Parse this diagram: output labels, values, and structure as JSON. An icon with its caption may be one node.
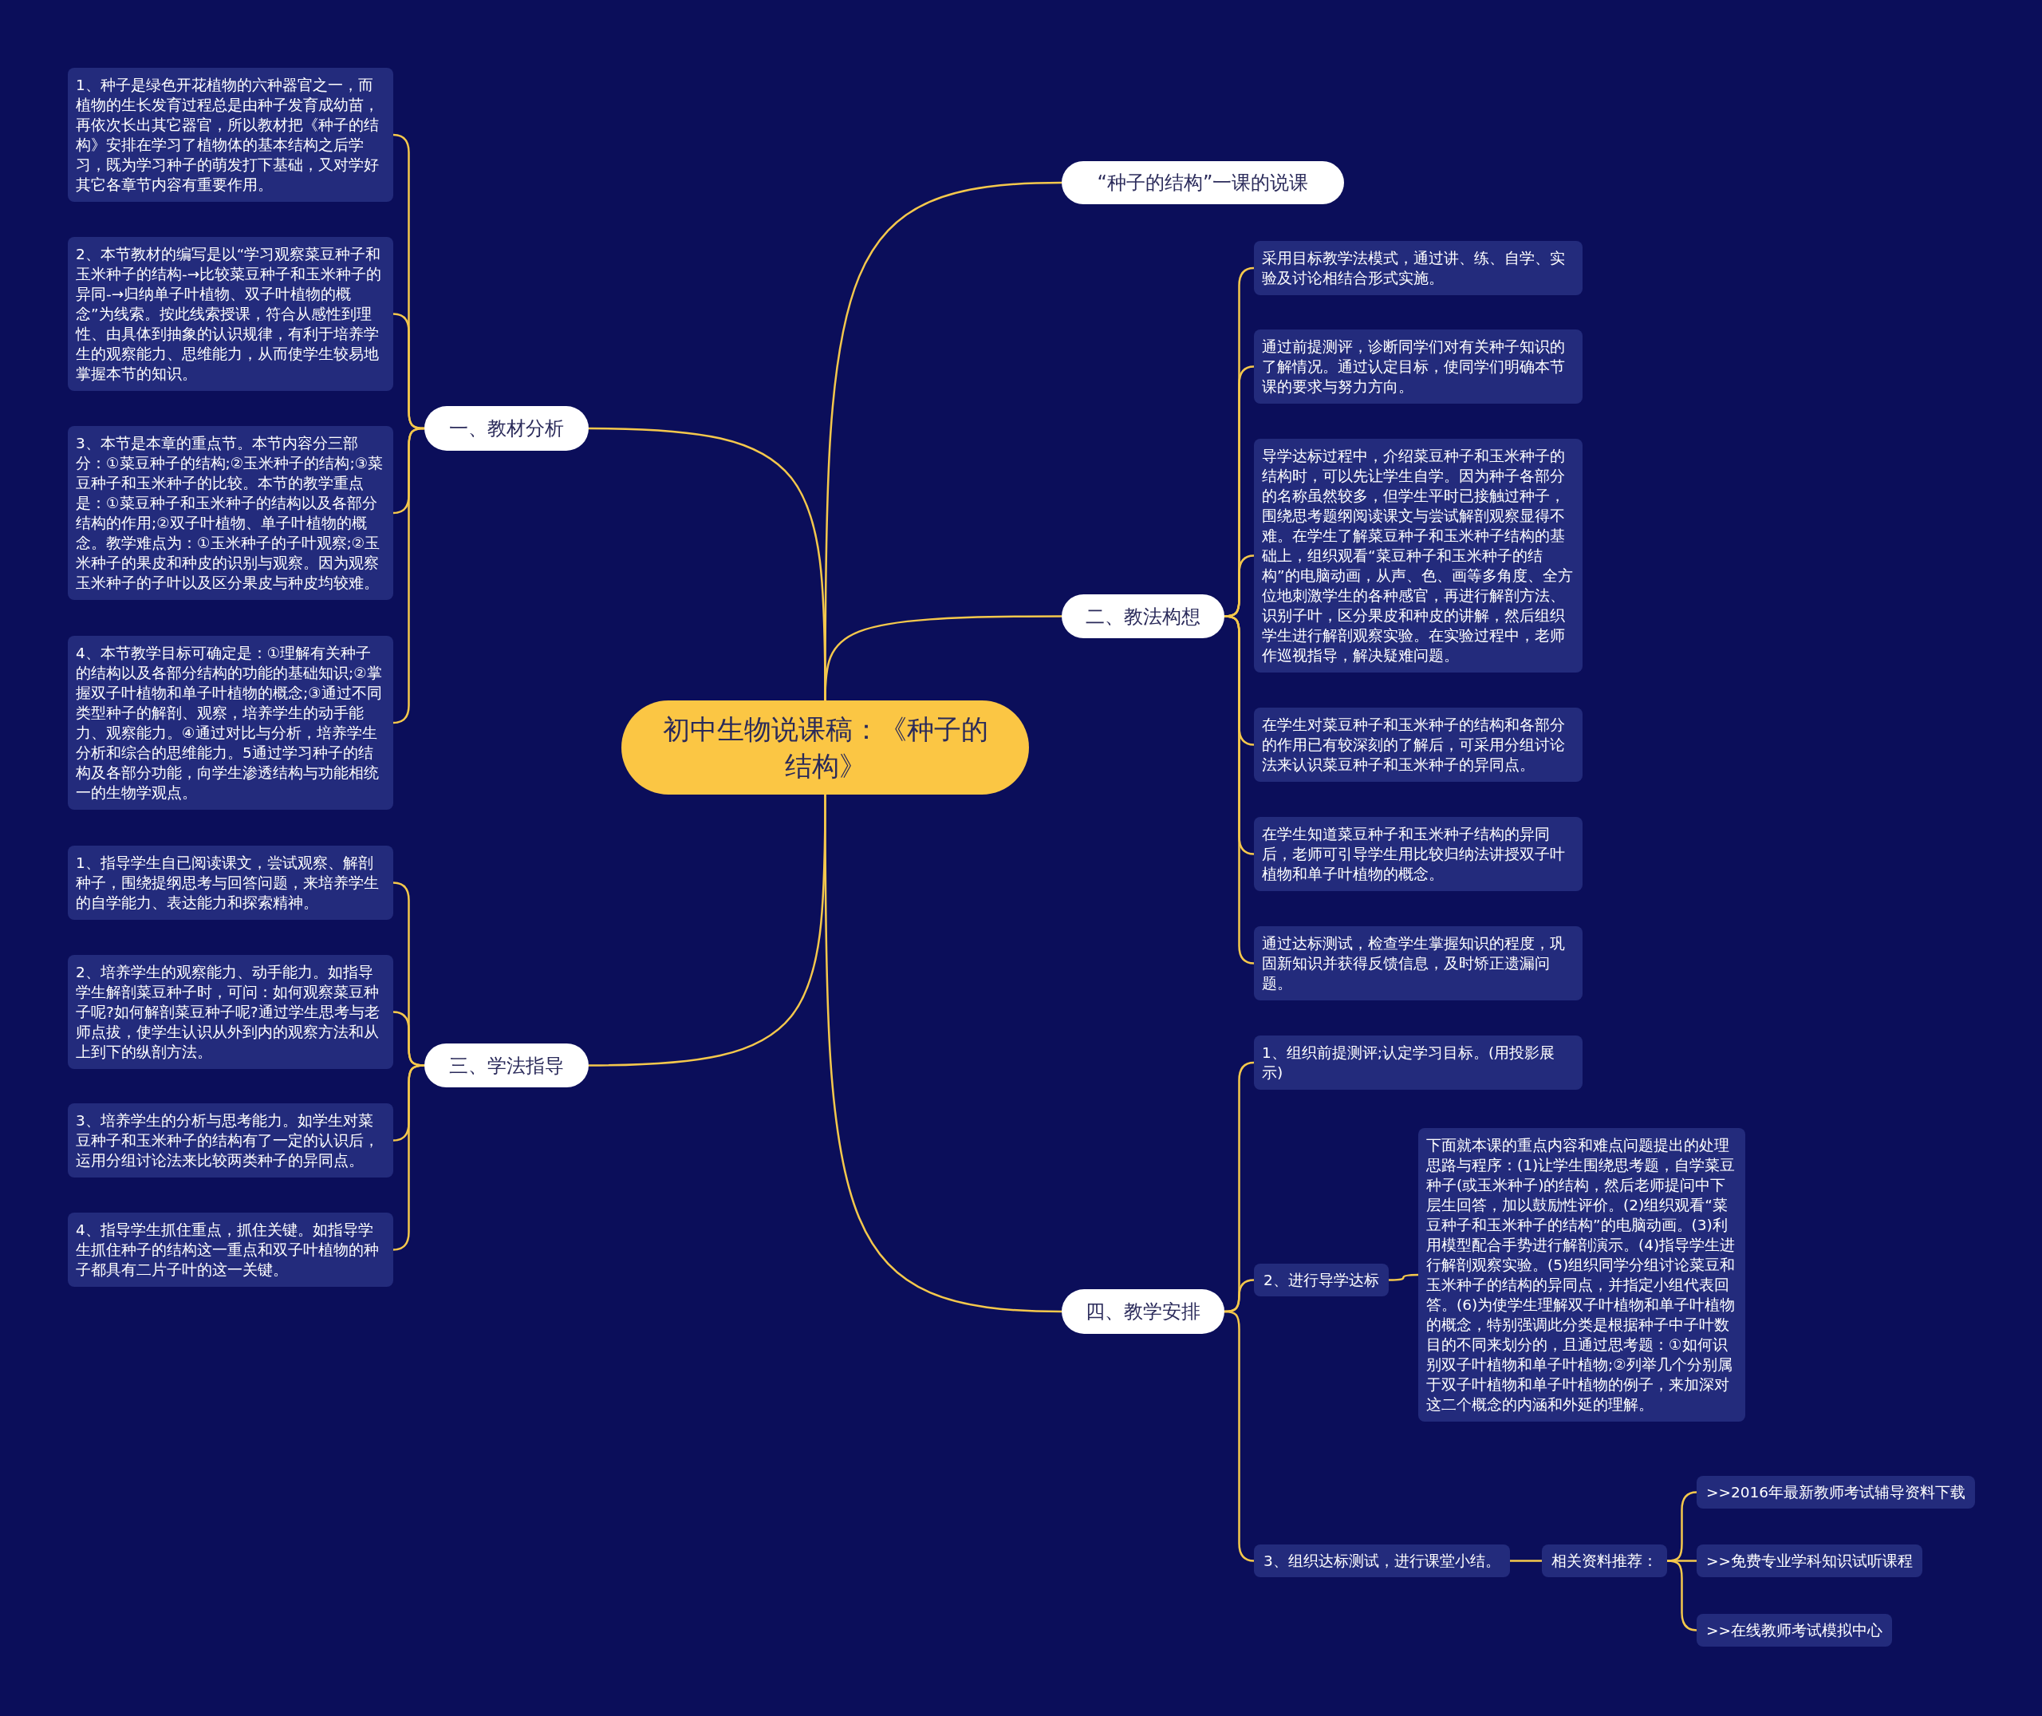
{
  "diagram": {
    "nodes": [
      {
        "text": [
          "初中生物说课稿：《种子的结构》"
        ]
      },
      {
        "text": [
          "“种子的结构”一课的说课"
        ]
      },
      {
        "text": [
          "一、教材分析"
        ]
      },
      {
        "text": [
          "1、种子是绿色开花植物的六种器官之一，而植物的生长发育过程总是由种子发育成幼苗，再依次长出其它器官，所以教材把《种子的结构》安排在学习了植物体的基本结构之后学习，既为学习种子的萌发打下基础，又对学好其它各章节内容有重要作用。"
        ]
      },
      {
        "text": [
          "2、本节教材的编写是以“学习观察菜豆种子和玉米种子的结构-→比较菜豆种子和玉米种子的异同-→归纳单子叶植物、双子叶植物的概念”为线索。按此线索授课，符合从感性到理性、由具体到抽象的认识规律，有利于培养学生的观察能力、思维能力，从而使学生较易地掌握本节的知识。"
        ]
      },
      {
        "text": [
          "3、本节是本章的重点节。本节内容分三部分：①菜豆种子的结构;②玉米种子的结构;③菜豆种子和玉米种子的比较。本节的教学重点是：①菜豆种子和玉米种子的结构以及各部分结构的作用;②双子叶植物、单子叶植物的概念。教学难点为：①玉米种子的子叶观察;②玉米种子的果皮和种皮的识别与观察。因为观察玉米种子的子叶以及区分果皮与种皮均较难。"
        ]
      },
      {
        "text": [
          "4、本节教学目标可确定是：①理解有关种子的结构以及各部分结构的功能的基础知识;②掌握双子叶植物和单子叶植物的概念;③通过不同类型种子的解剖、观察，培养学生的动手能力、观察能力。④通过对比与分析，培养学生分析和综合的思维能力。5通过学习种子的结构及各部分功能，向学生渗透结构与功能相统一的生物学观点。"
        ]
      },
      {
        "text": [
          "二、教法构想"
        ]
      },
      {
        "text": [
          "采用目标教学法模式，通过讲、练、自学、实验及讨论相结合形式实施。"
        ]
      },
      {
        "text": [
          "通过前提测评，诊断同学们对有关种子知识的了解情况。通过认定目标，使同学们明确本节课的要求与努力方向。"
        ]
      },
      {
        "text": [
          "导学达标过程中，介绍菜豆种子和玉米种子的结构时，可以先让学生自学。因为种子各部分的名称虽然较多，但学生平时已接触过种子，围绕思考题纲阅读课文与尝试解剖观察显得不难。在学生了解菜豆种子和玉米种子结构的基础上，组织观看“菜豆种子和玉米种子的结构”的电脑动画，从声、色、画等多角度、全方位地刺激学生的各种感官，再进行解剖方法、识别子叶，区分果皮和种皮的讲解，然后组织学生进行解剖观察实验。在实验过程中，老师作巡视指导，解决疑难问题。"
        ]
      },
      {
        "text": [
          "在学生对菜豆种子和玉米种子的结构和各部分的作用已有较深刻的了解后，可采用分组讨论法来认识菜豆种子和玉米种子的异同点。"
        ]
      },
      {
        "text": [
          "在学生知道菜豆种子和玉米种子结构的异同后，老师可引导学生用比较归纳法讲授双子叶植物和单子叶植物的概念。"
        ]
      },
      {
        "text": [
          "通过达标测试，检查学生掌握知识的程度，巩固新知识并获得反馈信息，及时矫正遗漏问题。"
        ]
      },
      {
        "text": [
          "三、学法指导"
        ]
      },
      {
        "text": [
          "1、指导学生自已阅读课文，尝试观察、解剖种子，围绕提纲思考与回答问题，来培养学生的自学能力、表达能力和探索精神。"
        ]
      },
      {
        "text": [
          "2、培养学生的观察能力、动手能力。如指导学生解剖菜豆种子时，可问：如何观察菜豆种子呢?如何解剖菜豆种子呢?通过学生思考与老师点拔，使学生认识从外到内的观察方法和从上到下的纵剖方法。"
        ]
      },
      {
        "text": [
          "3、培养学生的分析与思考能力。如学生对菜豆种子和玉米种子的结构有了一定的认识后，运用分组讨论法来比较两类种子的异同点。"
        ]
      },
      {
        "text": [
          "4、指导学生抓住重点，抓住关键。如指导学生抓住种子的结构这一重点和双子叶植物的种子都具有二片子叶的这一关键。"
        ]
      },
      {
        "text": [
          "四、教学安排"
        ]
      },
      {
        "text": [
          "1、组织前提测评;认定学习目标。(用投影展示)"
        ]
      },
      {
        "text": [
          "2、进行导学达标"
        ]
      },
      {
        "text": [
          "下面就本课的重点内容和难点问题提出的处理思路与程序：(1)让学生围绕思考题，自学菜豆种子(或玉米种子)的结构，然后老师提问中下层生回答，加以鼓励性评价。(2)组织观看“菜豆种子和玉米种子的结构”的电脑动画。(3)利用模型配合手势进行解剖演示。(4)指导学生进行解剖观察实验。(5)组织同学分组讨论菜豆和玉米种子的结构的异同点，并指定小组代表回答。(6)为使学生理解双子叶植物和单子叶植物的概念，特别强调此分类是根据种子中子叶数目的不同来划分的，且通过思考题：①如何识别双子叶植物和单子叶植物;②列举几个分别属于双子叶植物和单子叶植物的例子，来加深对这二个概念的内涵和外延的理解。"
        ]
      },
      {
        "text": [
          "3、组织达标测试，进行课堂小结。"
        ]
      },
      {
        "text": [
          "相关资料推荐："
        ]
      },
      {
        "text": [
          ">>2016年最新教师考试辅导资料下载"
        ]
      },
      {
        "text": [
          ">>免费专业学科知识试听课程"
        ]
      },
      {
        "text": [
          ">>在线教师考试模拟中心"
        ]
      }
    ],
    "edges": [
      {
        "from": 0,
        "to": 1,
        "arrow": "none"
      },
      {
        "from": 0,
        "to": 2,
        "arrow": "none"
      },
      {
        "from": 2,
        "to": 3,
        "arrow": "none"
      },
      {
        "from": 2,
        "to": 4,
        "arrow": "none"
      },
      {
        "from": 2,
        "to": 5,
        "arrow": "none"
      },
      {
        "from": 2,
        "to": 6,
        "arrow": "none"
      },
      {
        "from": 0,
        "to": 7,
        "arrow": "none"
      },
      {
        "from": 7,
        "to": 8,
        "arrow": "none"
      },
      {
        "from": 7,
        "to": 9,
        "arrow": "none"
      },
      {
        "from": 7,
        "to": 10,
        "arrow": "none"
      },
      {
        "from": 7,
        "to": 11,
        "arrow": "none"
      },
      {
        "from": 7,
        "to": 12,
        "arrow": "none"
      },
      {
        "from": 7,
        "to": 13,
        "arrow": "none"
      },
      {
        "from": 0,
        "to": 14,
        "arrow": "none"
      },
      {
        "from": 14,
        "to": 15,
        "arrow": "none"
      },
      {
        "from": 14,
        "to": 16,
        "arrow": "none"
      },
      {
        "from": 14,
        "to": 17,
        "arrow": "none"
      },
      {
        "from": 14,
        "to": 18,
        "arrow": "none"
      },
      {
        "from": 0,
        "to": 19,
        "arrow": "none"
      },
      {
        "from": 19,
        "to": 20,
        "arrow": "none"
      },
      {
        "from": 19,
        "to": 21,
        "arrow": "none"
      },
      {
        "from": 21,
        "to": 22,
        "arrow": "none"
      },
      {
        "from": 19,
        "to": 23,
        "arrow": "none"
      },
      {
        "from": 23,
        "to": 24,
        "arrow": "none"
      },
      {
        "from": 24,
        "to": 25,
        "arrow": "none"
      },
      {
        "from": 24,
        "to": 26,
        "arrow": "none"
      },
      {
        "from": 24,
        "to": 27,
        "arrow": "none"
      }
    ]
  }
}
